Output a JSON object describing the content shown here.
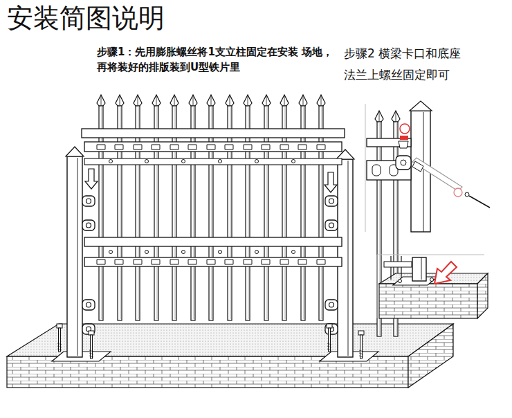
{
  "diagram": {
    "title": "安装简图说明",
    "labels": [
      "步骤1：先用膨胀螺丝将1支立柱固定在安装 场地，再将装好的排版装到U型铁片里",
      "步骤2 横梁卡口和底座 法兰上螺丝固定即可"
    ]
  }
}
